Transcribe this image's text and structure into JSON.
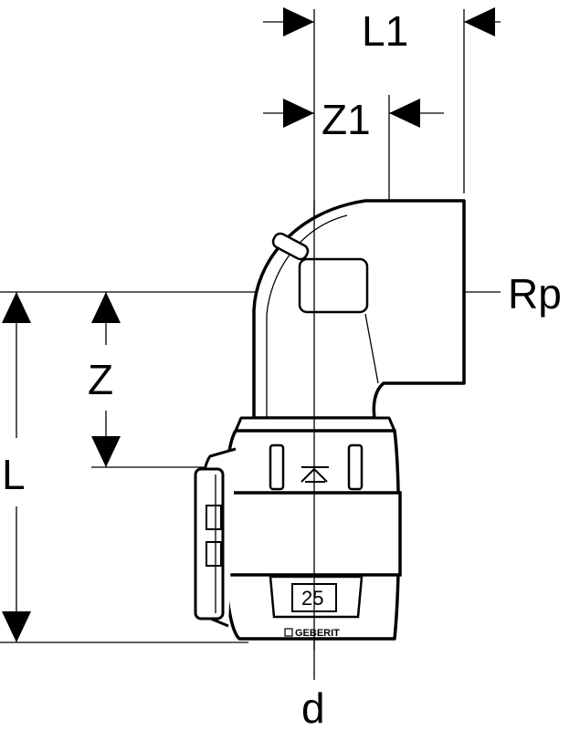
{
  "labels": {
    "L1": "L1",
    "Z1": "Z1",
    "Rp": "Rp",
    "Z": "Z",
    "L": "L",
    "d": "d"
  },
  "fitting": {
    "size": "25",
    "brand": "GEBERIT"
  }
}
